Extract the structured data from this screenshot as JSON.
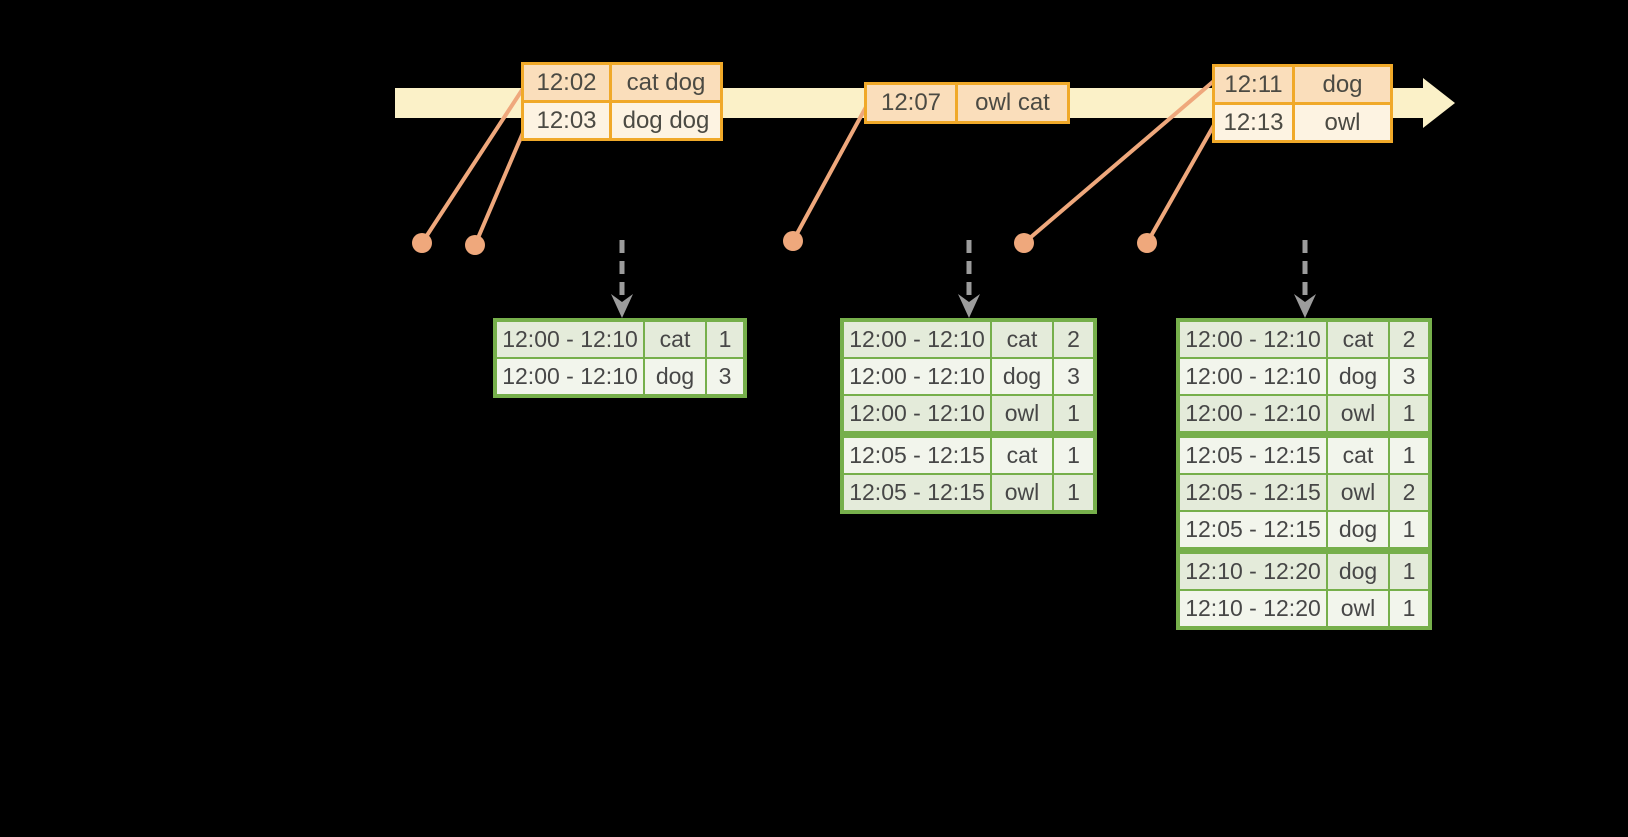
{
  "colors": {
    "background": "#000000",
    "timeline_fill": "#FBF1C8",
    "event_border": "#F0A929",
    "event_row_fill_dark": "#FADEBB",
    "event_row_fill_light": "#FDF3E2",
    "event_text": "#4B4A43",
    "marker": "#EFA87C",
    "trigger_arrow_gray": "#9C9C9C",
    "table_border": "#76AF4B",
    "table_cell_tint": "#E4EBDA",
    "table_cell_light": "#F2F5EC",
    "table_text": "#474747"
  },
  "events": [
    {
      "rows": [
        {
          "time": "12:02",
          "words": "cat dog"
        },
        {
          "time": "12:03",
          "words": "dog dog"
        }
      ]
    },
    {
      "rows": [
        {
          "time": "12:07",
          "words": "owl cat"
        }
      ]
    },
    {
      "rows": [
        {
          "time": "12:11",
          "words": "dog"
        },
        {
          "time": "12:13",
          "words": "owl"
        }
      ]
    }
  ],
  "result_tables": [
    {
      "group_breaks": [],
      "rows": [
        {
          "window": "12:00 - 12:10",
          "word": "cat",
          "count": "1"
        },
        {
          "window": "12:00 - 12:10",
          "word": "dog",
          "count": "3"
        }
      ]
    },
    {
      "group_breaks": [
        3
      ],
      "rows": [
        {
          "window": "12:00 - 12:10",
          "word": "cat",
          "count": "2"
        },
        {
          "window": "12:00 - 12:10",
          "word": "dog",
          "count": "3"
        },
        {
          "window": "12:00 - 12:10",
          "word": "owl",
          "count": "1"
        },
        {
          "window": "12:05 - 12:15",
          "word": "cat",
          "count": "1"
        },
        {
          "window": "12:05 - 12:15",
          "word": "owl",
          "count": "1"
        }
      ]
    },
    {
      "group_breaks": [
        3,
        6
      ],
      "rows": [
        {
          "window": "12:00 - 12:10",
          "word": "cat",
          "count": "2"
        },
        {
          "window": "12:00 - 12:10",
          "word": "dog",
          "count": "3"
        },
        {
          "window": "12:00 - 12:10",
          "word": "owl",
          "count": "1"
        },
        {
          "window": "12:05 - 12:15",
          "word": "cat",
          "count": "1"
        },
        {
          "window": "12:05 - 12:15",
          "word": "owl",
          "count": "2"
        },
        {
          "window": "12:05 - 12:15",
          "word": "dog",
          "count": "1"
        },
        {
          "window": "12:10 - 12:20",
          "word": "dog",
          "count": "1"
        },
        {
          "window": "12:10 - 12:20",
          "word": "owl",
          "count": "1"
        }
      ]
    }
  ]
}
